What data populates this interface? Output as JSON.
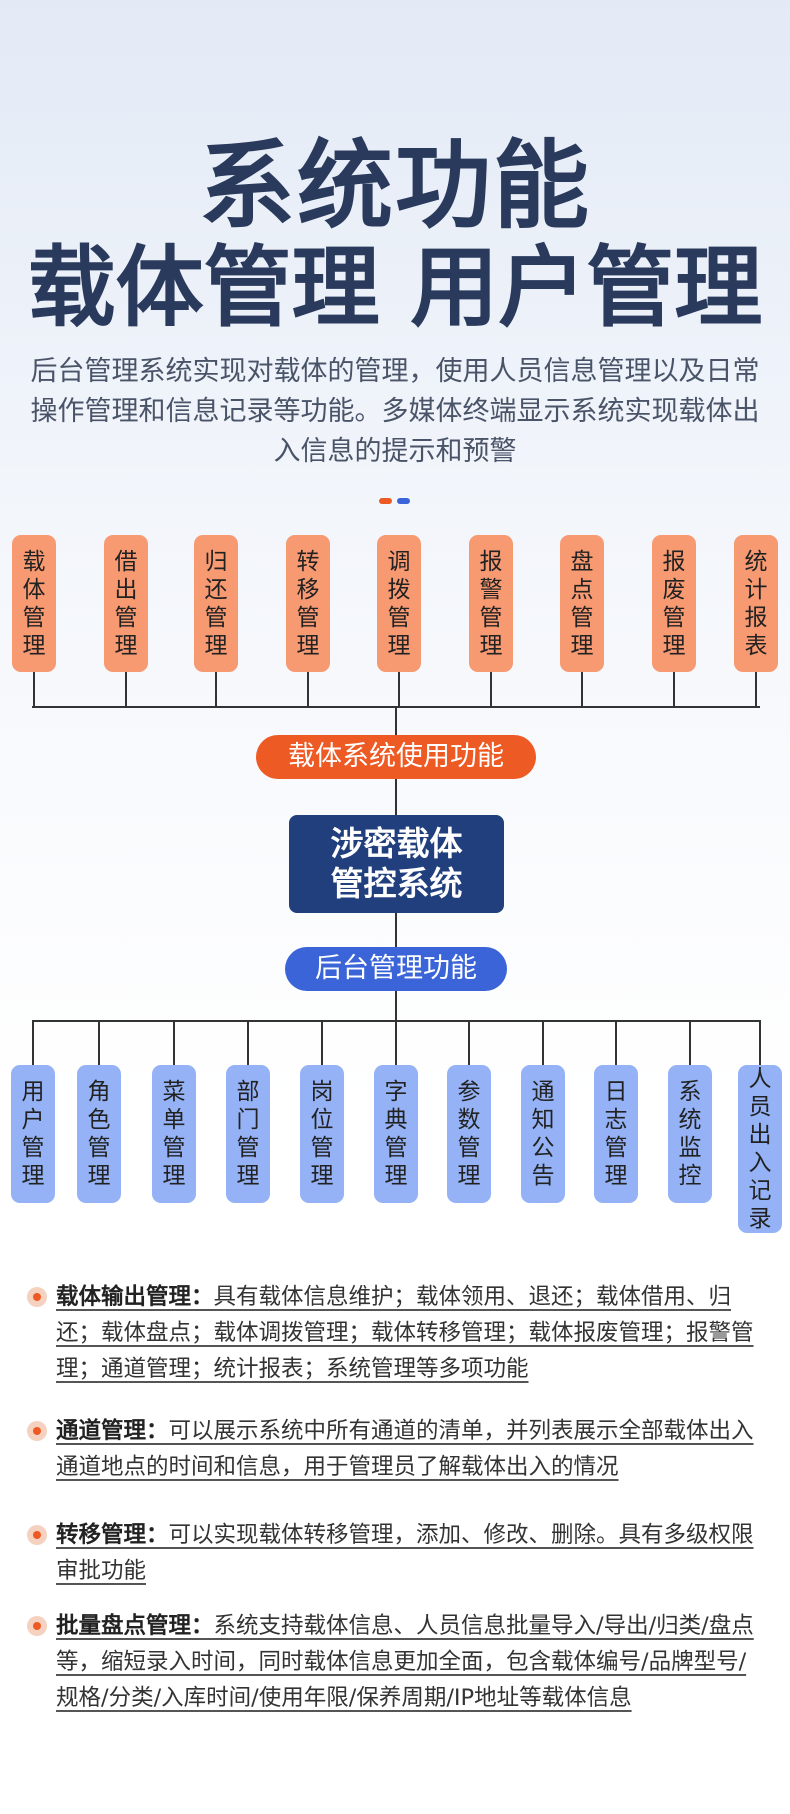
{
  "header": {
    "title_line1": "系统功能",
    "title_line2": "载体管理 用户管理",
    "description": "后台管理系统实现对载体的管理，使用人员信息管理以及日常操作管理和信息记录等功能。多媒体终端显示系统实现载体出入信息的提示和预警"
  },
  "colors": {
    "accent_orange": "#ee5a24",
    "accent_blue": "#3a64d8",
    "dark_navy": "#213f7c"
  },
  "top_items": [
    "载体管理",
    "借出管理",
    "归还管理",
    "转移管理",
    "调拨管理",
    "报警管理",
    "盘点管理",
    "报废管理",
    "统计报表"
  ],
  "top_pill": "载体系统使用功能",
  "center_box": {
    "line1": "涉密载体",
    "line2": "管控系统"
  },
  "bottom_pill": "后台管理功能",
  "bottom_items": [
    "用户管理",
    "角色管理",
    "菜单管理",
    "部门管理",
    "岗位管理",
    "字典管理",
    "参数管理",
    "通知公告",
    "日志管理",
    "系统监控",
    "人员出入记录"
  ],
  "features": [
    {
      "title": "载体输出管理：",
      "text": "具有载体信息维护；载体领用、退还；载体借用、归还；载体盘点；载体调拨管理；载体转移管理；载体报废管理；报警管理；通道管理；统计报表；系统管理等多项功能"
    },
    {
      "title": "通道管理：",
      "text": "可以展示系统中所有通道的清单，并列表展示全部载体出入通道地点的时间和信息，用于管理员了解载体出入的情况"
    },
    {
      "title": "转移管理：",
      "text": "可以实现载体转移管理，添加、修改、删除。具有多级权限审批功能"
    },
    {
      "title": "批量盘点管理：",
      "text": "系统支持载体信息、人员信息批量导入/导出/归类/盘点等，缩短录入时间，同时载体信息更加全面，包含载体编号/品牌型号/规格/分类/入库时间/使用年限/保养周期/IP地址等载体信息"
    }
  ]
}
